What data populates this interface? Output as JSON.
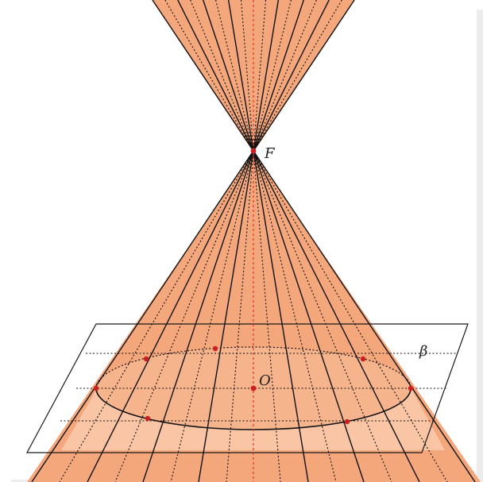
{
  "labels": {
    "apex": "F",
    "center": "O",
    "plane": "β"
  },
  "colors": {
    "cone": "#f5a77c",
    "cone_light": "#f8c3a1",
    "cone_below_plane": "#fad2b8",
    "axis": "#e0342a",
    "point": "#cc1f1f",
    "line": "#111111",
    "frame_shadow": "#e6e6e6"
  }
}
